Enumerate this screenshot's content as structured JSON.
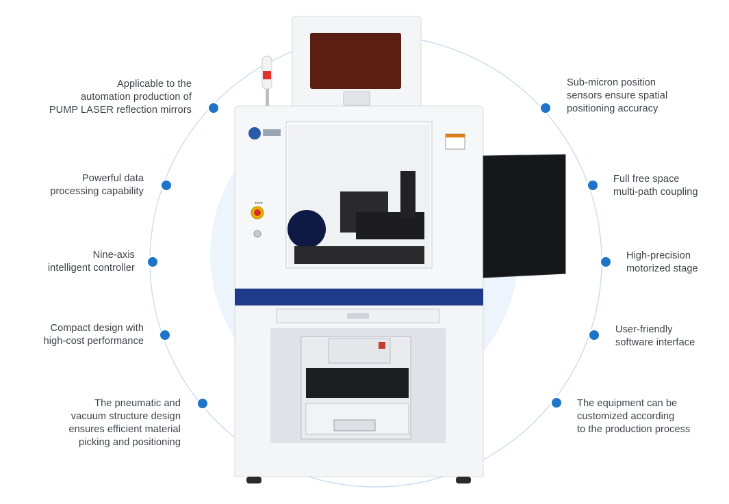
{
  "features": {
    "left": [
      {
        "lines": [
          "Applicable to the",
          "automation production of",
          "PUMP LASER reflection mirrors"
        ]
      },
      {
        "lines": [
          "Powerful data",
          "processing capability"
        ]
      },
      {
        "lines": [
          "Nine-axis",
          "intelligent controller"
        ]
      },
      {
        "lines": [
          "Compact design with",
          "high-cost performance"
        ]
      },
      {
        "lines": [
          "The pneumatic and",
          "vacuum structure design",
          "ensures efficient material",
          "picking and positioning"
        ]
      }
    ],
    "right": [
      {
        "lines": [
          "Sub-micron position",
          "sensors ensure spatial",
          "positioning accuracy"
        ]
      },
      {
        "lines": [
          "Full free space",
          "multi-path coupling"
        ]
      },
      {
        "lines": [
          "High-precision",
          "motorized stage"
        ]
      },
      {
        "lines": [
          "User-friendly",
          "software interface"
        ]
      },
      {
        "lines": [
          "The equipment can be",
          "customized according",
          "to the production process"
        ]
      }
    ]
  },
  "colors": {
    "accent_dot": "#1e74c8",
    "ring": "#c9dcef",
    "halo": "#eef4fb",
    "machine_band": "#1f3a8a",
    "window_tint": "#5a1e12"
  }
}
